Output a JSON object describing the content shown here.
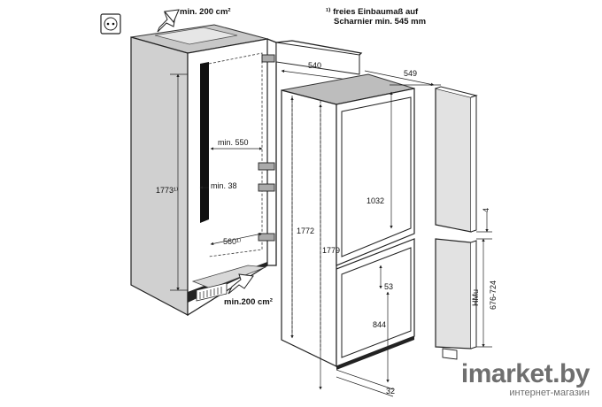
{
  "note": {
    "line1": "¹⁾ freies Einbaumaß auf",
    "line2": "Scharnier min. 545 mm"
  },
  "labels": {
    "vent_top": "min. 200 cm²",
    "vent_bottom": "min.200 cm²",
    "depth_540": "540",
    "depth_549": "549",
    "min_550": "min. 550",
    "min_38": "min. 38",
    "height_1773": "1773¹⁾",
    "width_560": "560¹⁾",
    "height_1772": "1772",
    "height_1779": "1779",
    "height_1032": "1032",
    "gap_53": "53",
    "height_844": "844",
    "offset_32": "32",
    "offset_4": "4",
    "hmu": "HMu",
    "hmu_range": "676-724"
  },
  "watermark": {
    "brand": "imarket.by",
    "tagline": "интернет-магазин"
  }
}
